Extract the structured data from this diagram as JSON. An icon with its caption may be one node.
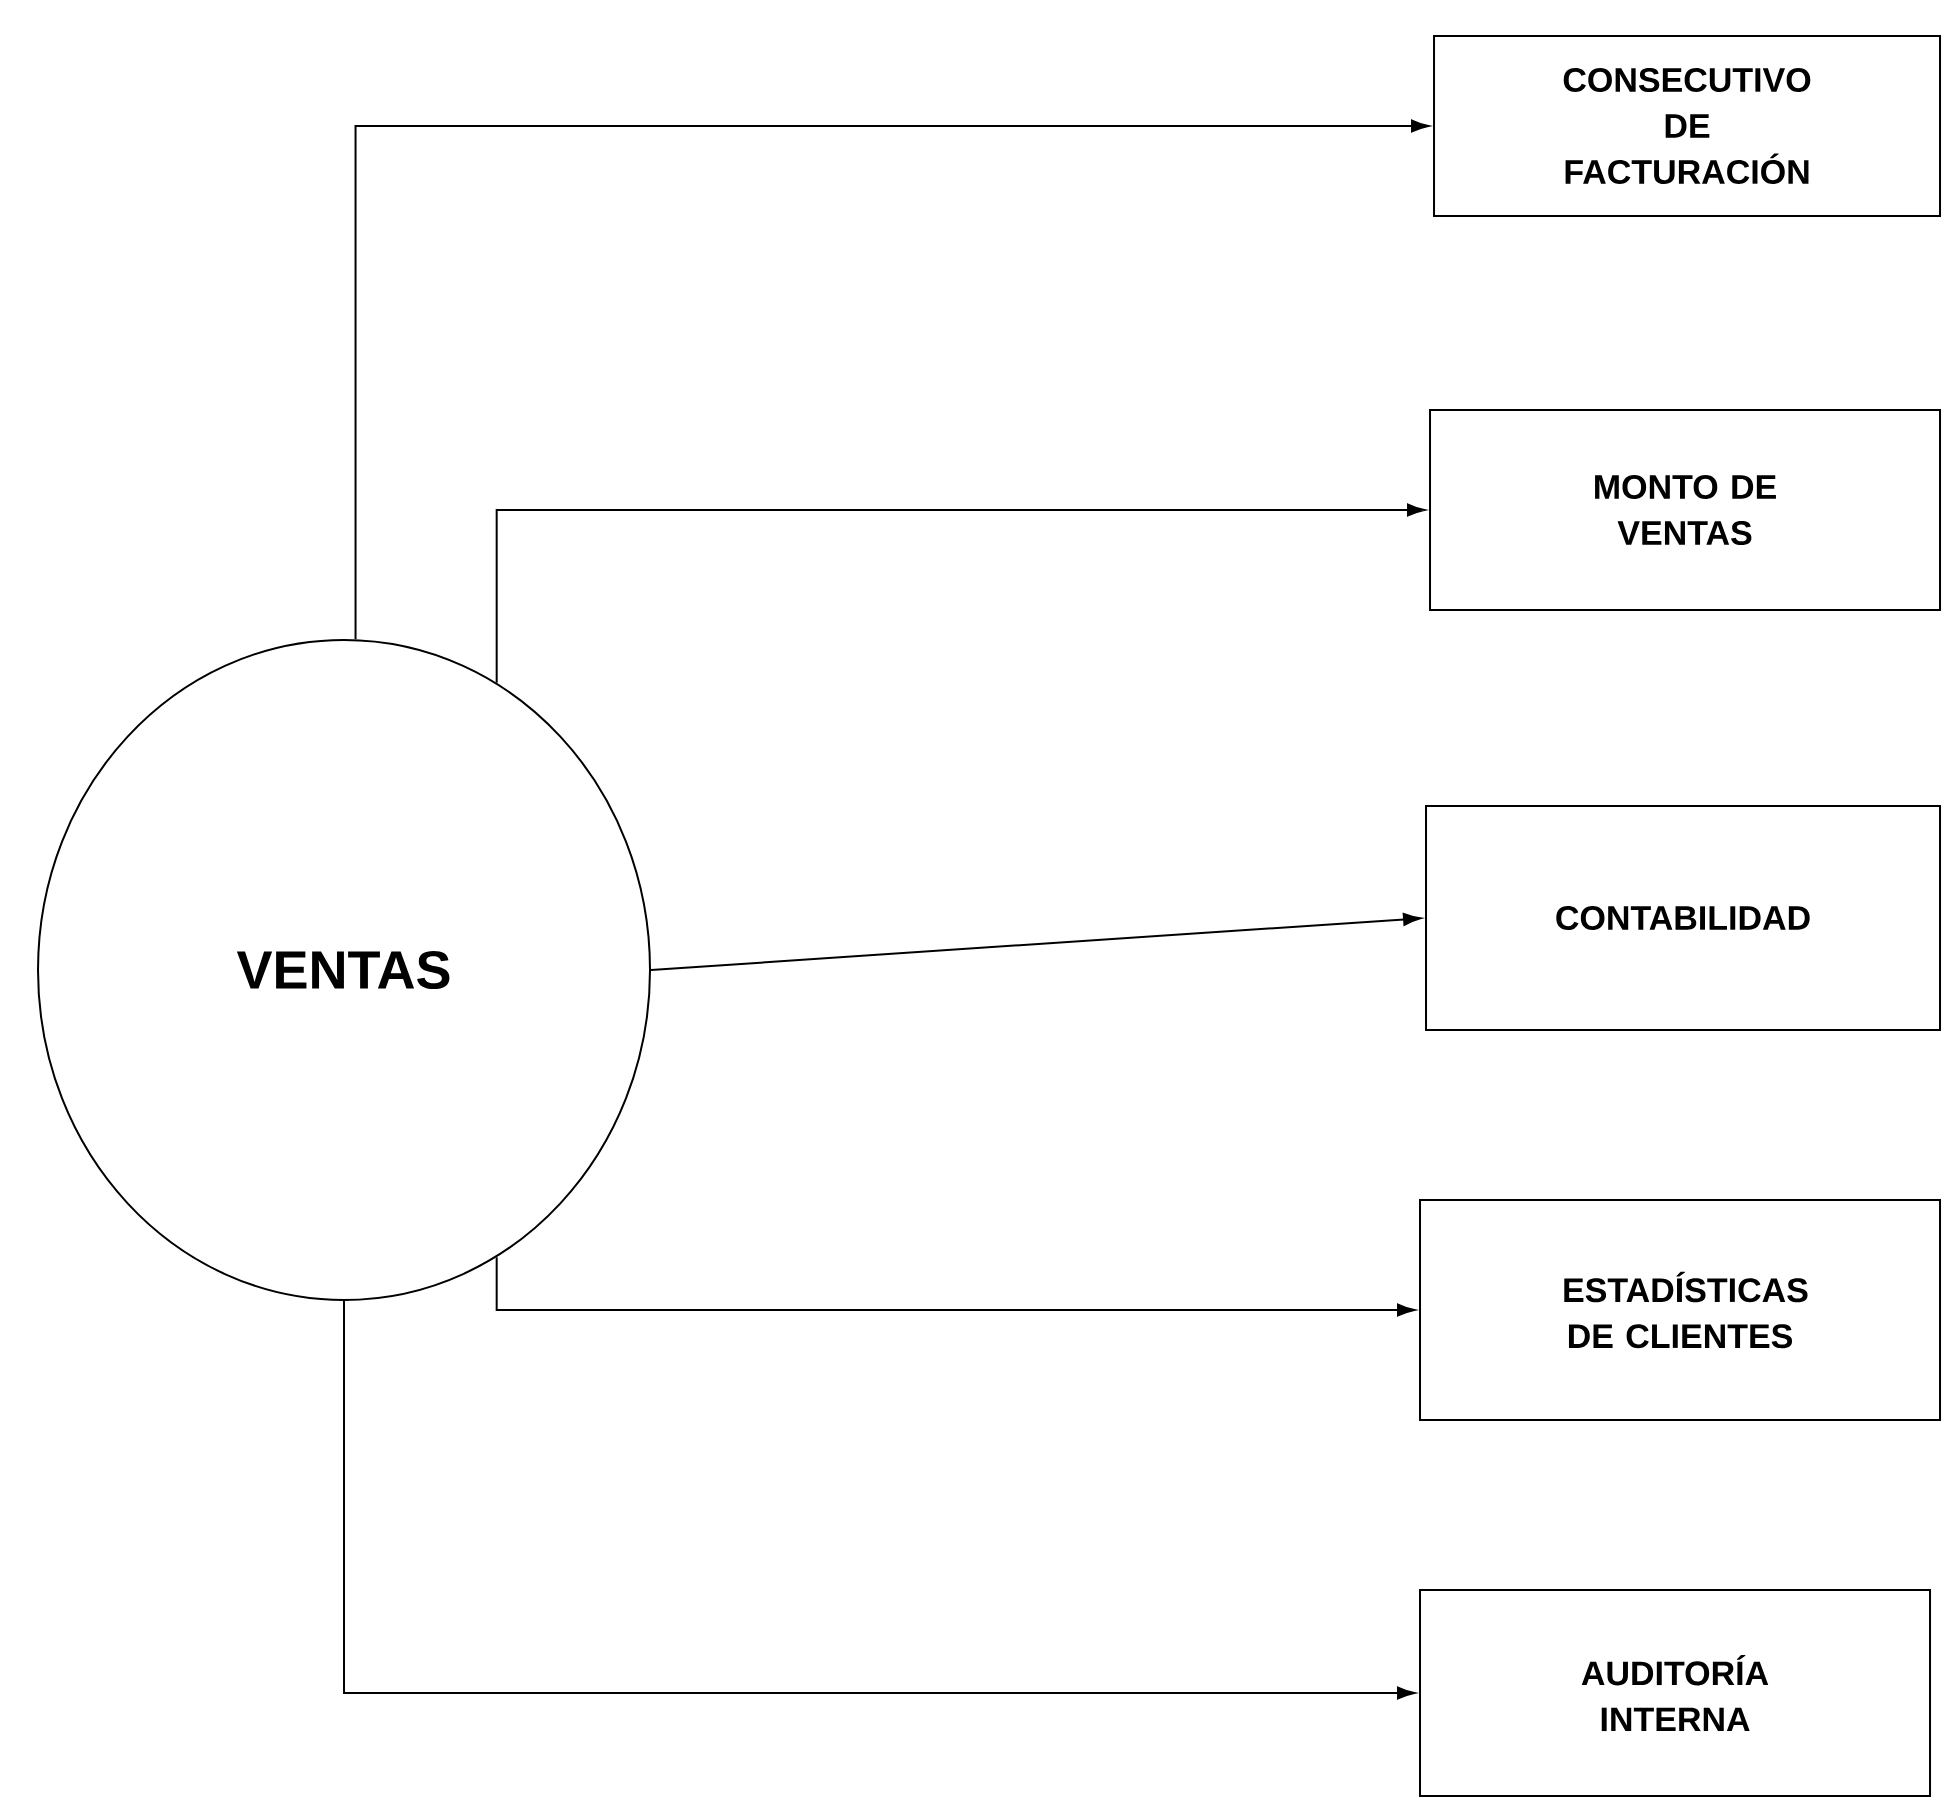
{
  "diagram": {
    "nodes": [
      {
        "text": [
          "VENTAS"
        ]
      },
      {
        "text": [
          "CONSECUTIVO DE FACTURACIÓN"
        ]
      },
      {
        "text": [
          "MONTO DE VENTAS"
        ]
      },
      {
        "text": [
          "CONTABILIDAD"
        ]
      },
      {
        "text": [
          "ESTADÍSTICAS DE CLIENTES"
        ]
      },
      {
        "text": [
          "AUDITORÍA INTERNA"
        ]
      }
    ],
    "edges": [
      {
        "from": 0,
        "to": 1,
        "arrow": "to"
      },
      {
        "from": 0,
        "to": 2,
        "arrow": "to"
      },
      {
        "from": 0,
        "to": 3,
        "arrow": "to"
      },
      {
        "from": 0,
        "to": 4,
        "arrow": "to"
      },
      {
        "from": 0,
        "to": 5,
        "arrow": "to"
      }
    ]
  }
}
